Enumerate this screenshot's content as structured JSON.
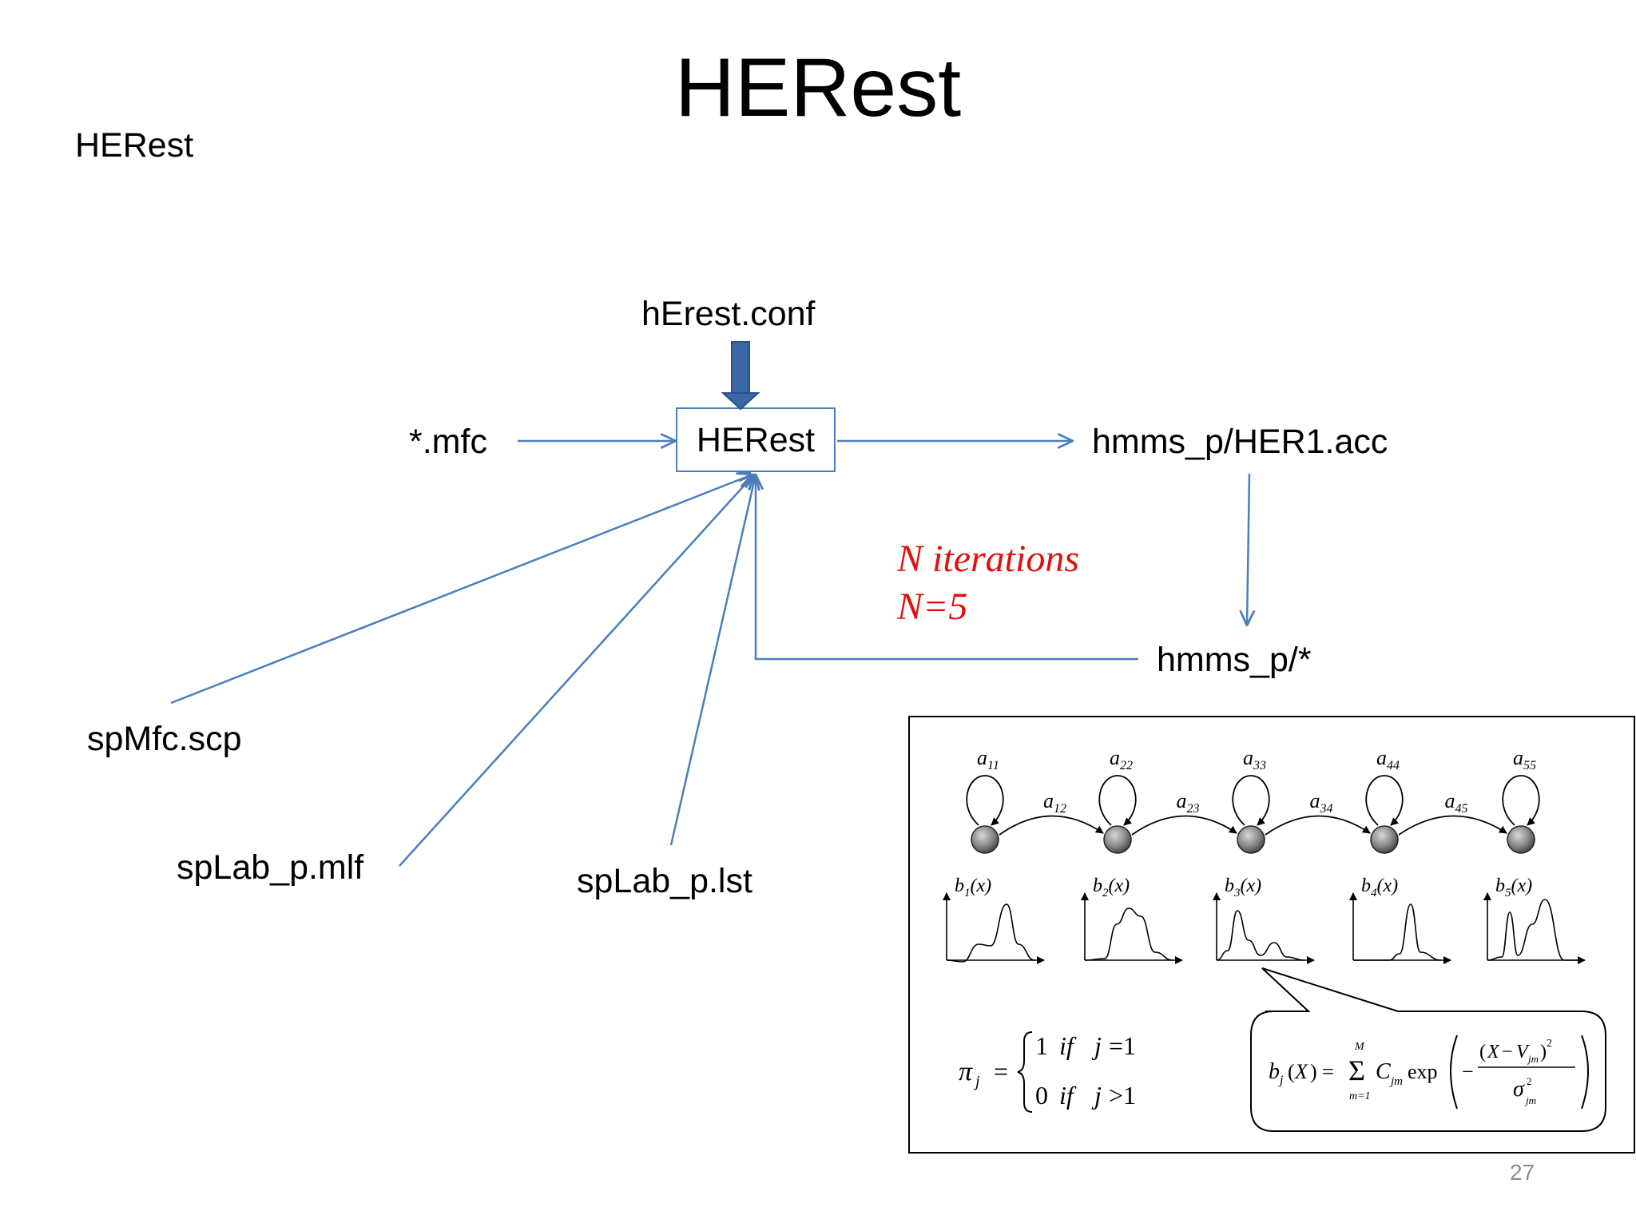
{
  "slide": {
    "title": "HERest",
    "subtitle": "HERest",
    "page_number": "27"
  },
  "flow": {
    "center_box": "HERest",
    "config": "hErest.conf",
    "input_mfc": "*.mfc",
    "output_acc": "hmms_p/HER1.acc",
    "hmm_dir": "hmms_p/*",
    "script_file": "spMfc.scp",
    "label_file": "spLab_p.mlf",
    "list_file": "spLab_p.lst",
    "iterations_line1": "N iterations",
    "iterations_line2": "N=5"
  },
  "hmm_figure": {
    "self_loops": [
      "a11",
      "a22",
      "a33",
      "a44",
      "a55"
    ],
    "transitions": [
      "a12",
      "a23",
      "a34",
      "a45"
    ],
    "output_dists": [
      "b1(x)",
      "b2(x)",
      "b3(x)",
      "b4(x)",
      "b5(x)"
    ],
    "initial_prob": {
      "lhs": "πj =",
      "case1": "1  if  j = 1",
      "case2": "0  if  j > 1"
    },
    "mixture_formula": "bj(X) = Σ(m=1..M) Cjm exp(−(X − Vjm)² / σ²jm)"
  },
  "colors": {
    "arrow": "#4a7ebb",
    "box_border": "#4a7ebb",
    "thick_arrow": "#3a67a6",
    "iterations_text": "#e01010"
  }
}
